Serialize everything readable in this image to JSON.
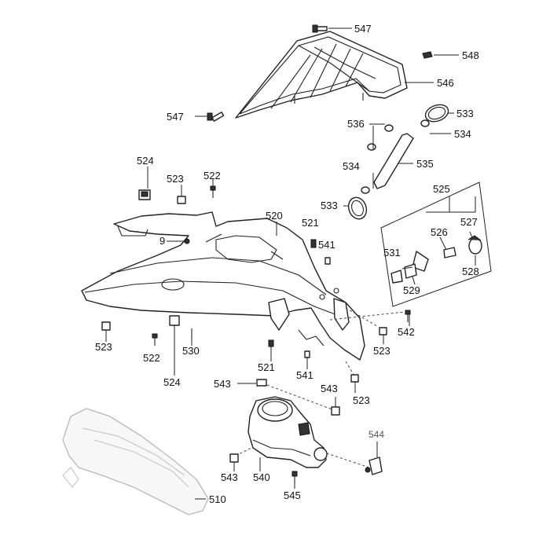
{
  "callouts": {
    "c547a": "547",
    "c548": "548",
    "c546": "546",
    "c547b": "547",
    "c533a": "533",
    "c536": "536",
    "c534a": "534",
    "c534b": "534",
    "c535": "535",
    "c533b": "533",
    "c525": "525",
    "c527": "527",
    "c526": "526",
    "c531": "531",
    "c528": "528",
    "c529": "529",
    "c524a": "524",
    "c523a": "523",
    "c522a": "522",
    "c520": "520",
    "c521a": "521",
    "c541a": "541",
    "c9": "9",
    "c542": "542",
    "c523b": "523",
    "c522b": "522",
    "c530": "530",
    "c523c": "523",
    "c521b": "521",
    "c541b": "541",
    "c524b": "524",
    "c543a": "543",
    "c543b": "543",
    "c523d": "523",
    "c544": "544",
    "c543c": "543",
    "c540": "540",
    "c545": "545",
    "c510": "510"
  }
}
